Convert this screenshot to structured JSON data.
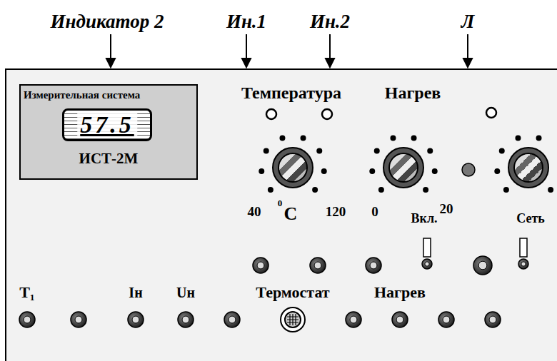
{
  "diagram": {
    "nodes": [
      {
        "text": [
          "Измерительная система",
          "ИСТ-2М"
        ]
      },
      {
        "text": [
          "57.5"
        ],
        "in": 0
      }
    ],
    "labels": [
      "Индикатор 2",
      "Ин.1",
      "Ин.2",
      "Л",
      "Температура",
      "40",
      "0",
      "C",
      "120",
      "Нагрев",
      "0",
      "20",
      "Вкл.",
      "Сеть",
      "T₁",
      "Iн",
      "Uн",
      "Термостат",
      "Нагрев"
    ]
  }
}
